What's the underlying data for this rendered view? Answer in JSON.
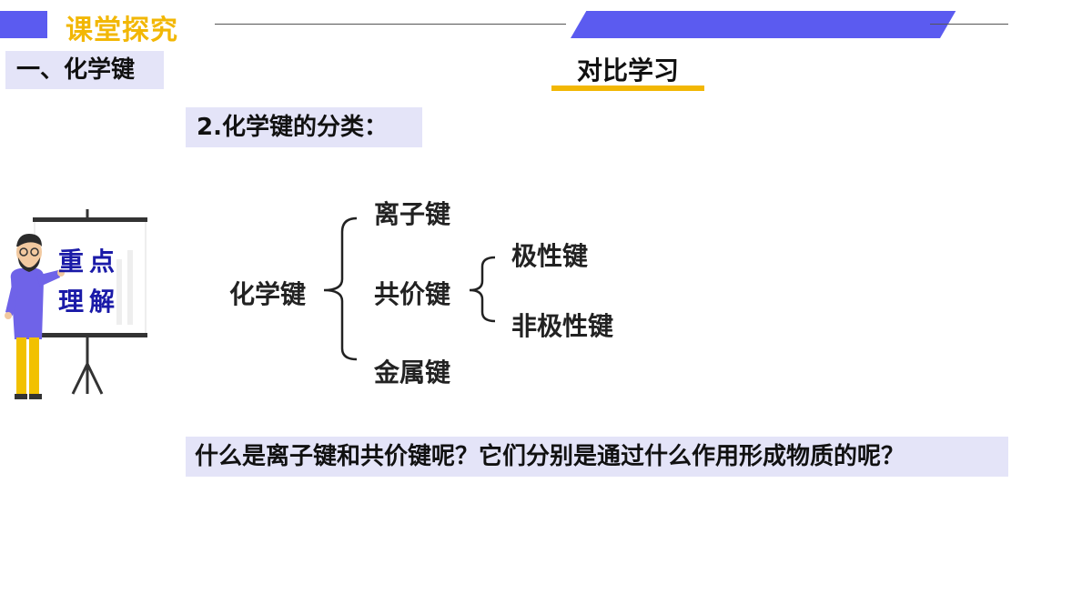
{
  "header": {
    "title": "课堂探究"
  },
  "section": {
    "label": "一、化学键"
  },
  "compare": {
    "label": "对比学习"
  },
  "subtitle": "2.化学键的分类：",
  "tree": {
    "root": "化学键",
    "ionic": "离子键",
    "covalent": "共价键",
    "metallic": "金属键",
    "polar": "极性键",
    "nonpolar": "非极性键"
  },
  "question": "什么是离子键和共价键呢？它们分别是通过什么作用形成物质的呢？",
  "board": {
    "line1": "重点",
    "line2": "理解"
  },
  "colors": {
    "accent_blue": "#5b5bf0",
    "accent_yellow": "#f2b705",
    "highlight_bg": "#e4e4f8",
    "board_text": "#1a1aa8"
  },
  "icons": {
    "teacher": "teacher-presenting-illustration"
  }
}
